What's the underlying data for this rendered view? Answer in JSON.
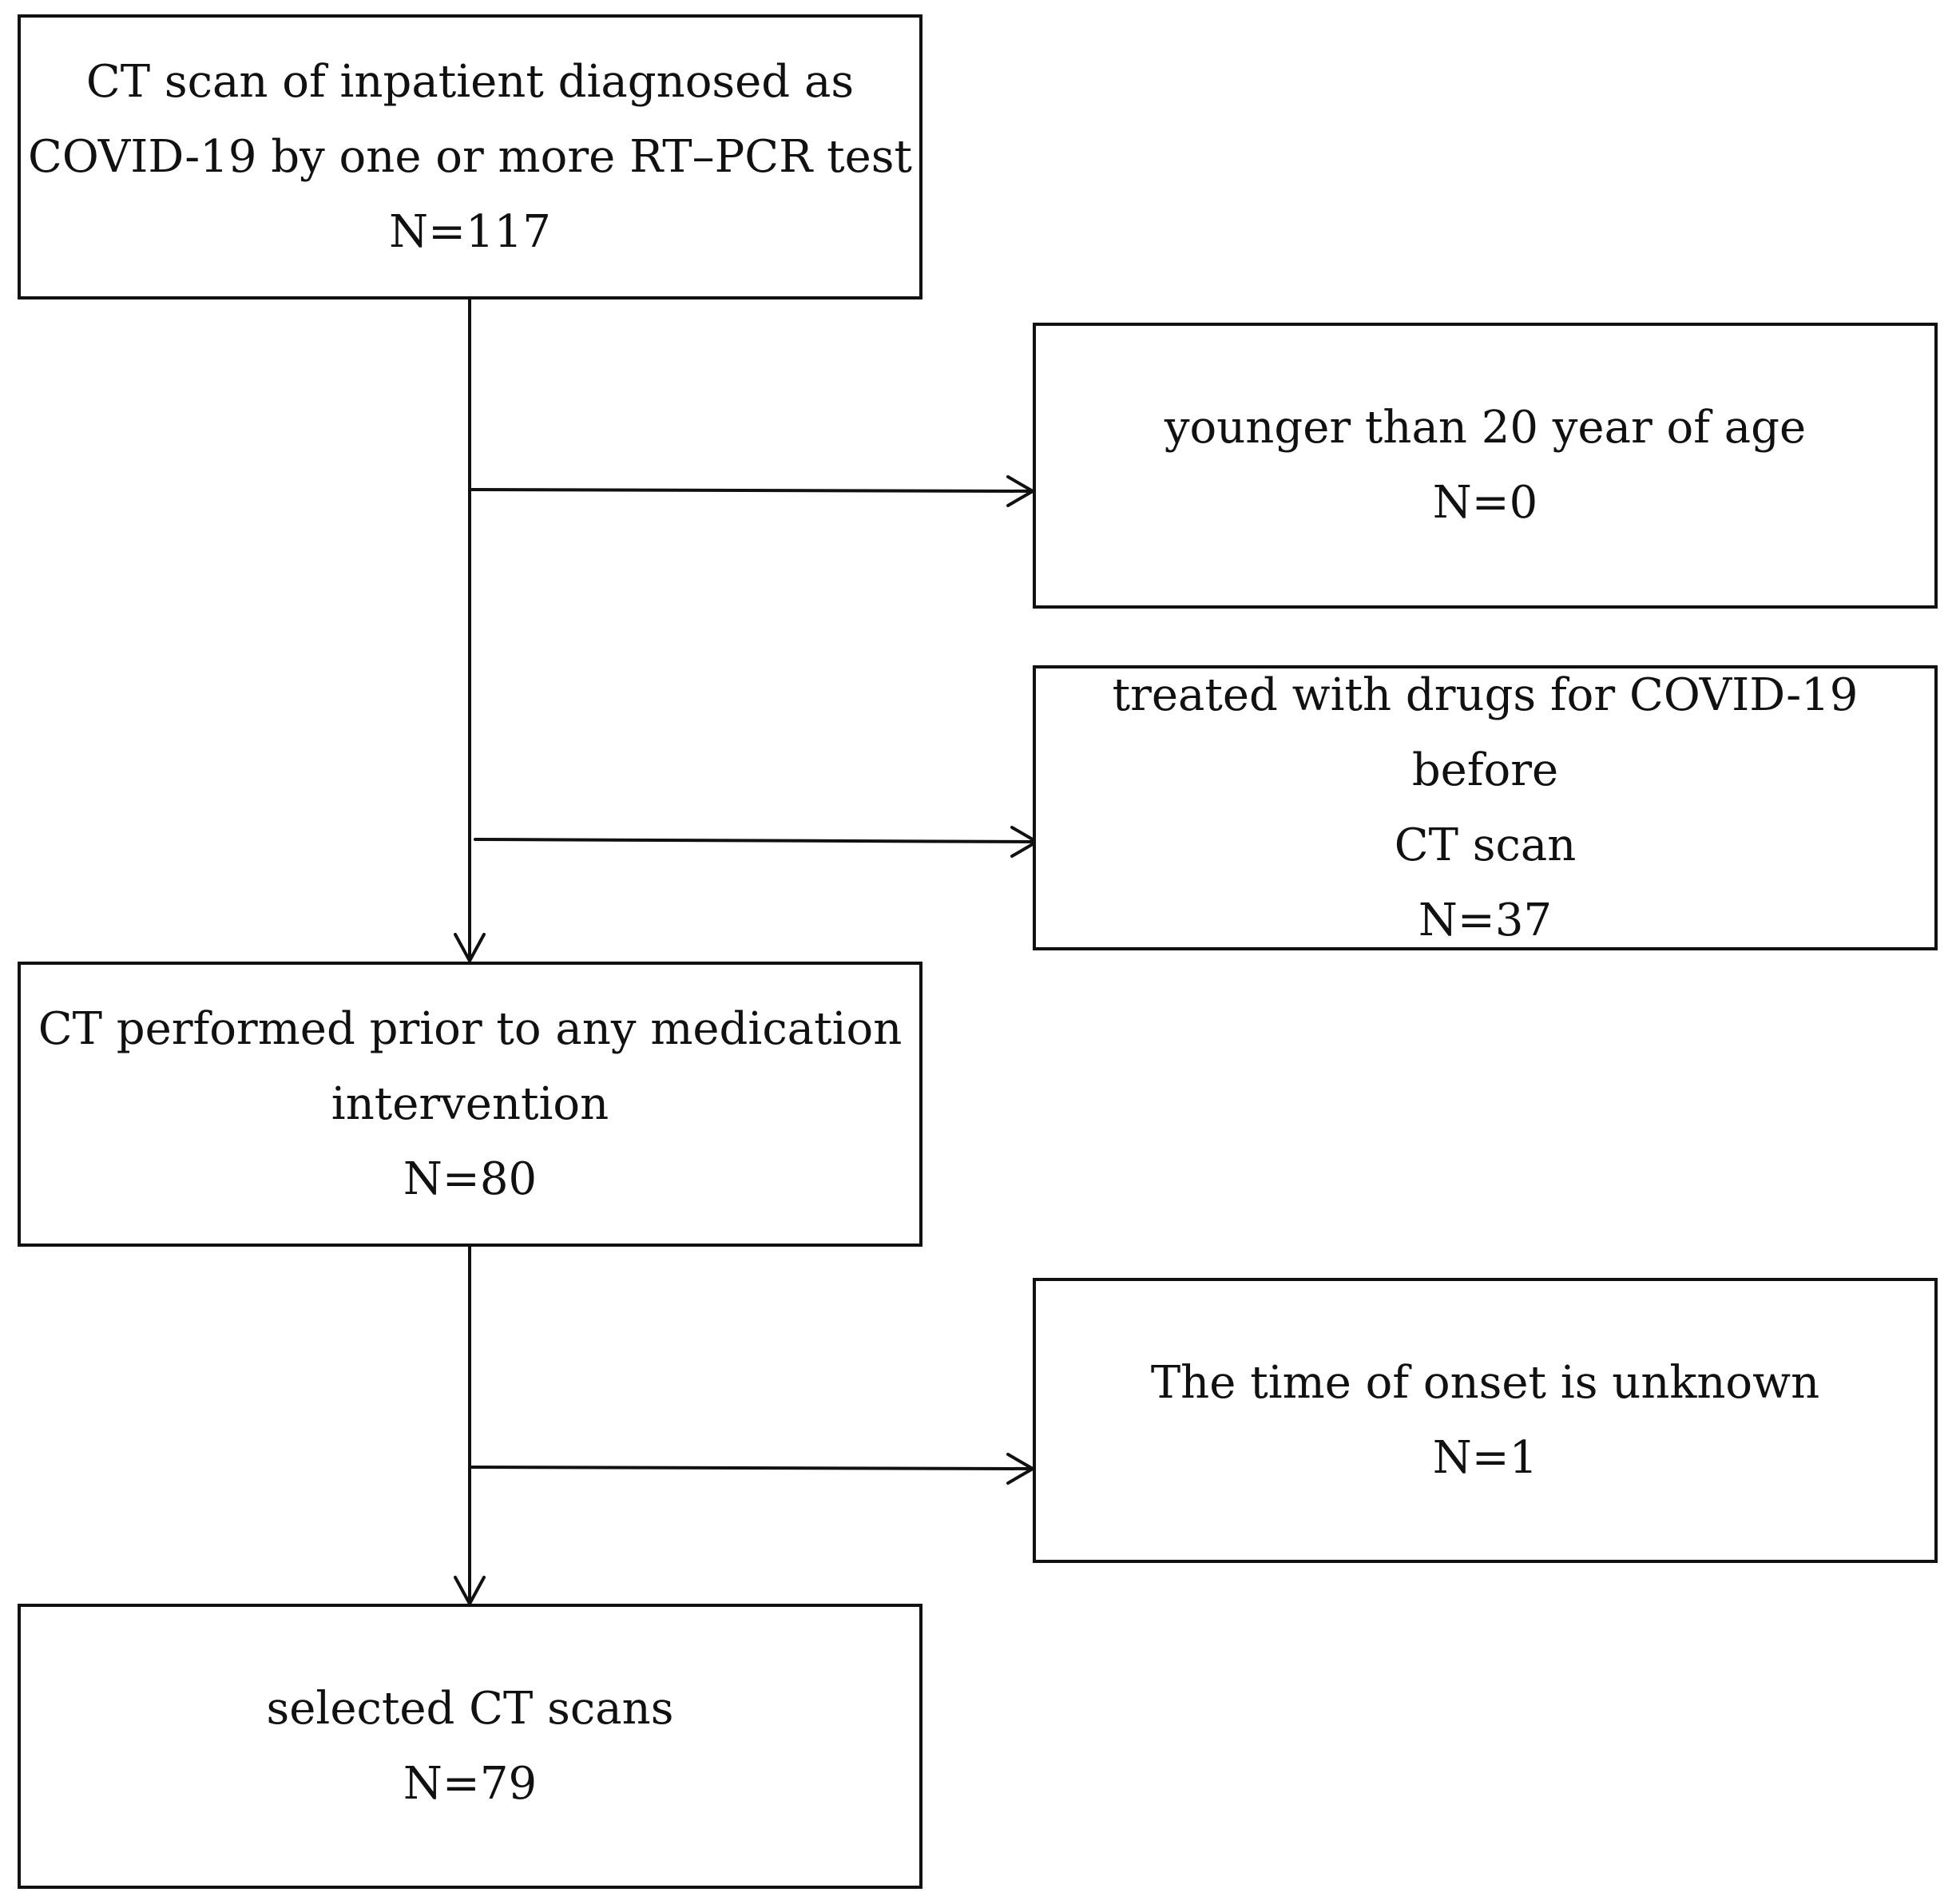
{
  "boxes": {
    "start": {
      "lines": [
        "CT scan of inpatient diagnosed as",
        "COVID-19 by one or more RT–PCR test"
      ],
      "n": "N=117"
    },
    "exclusion_age": {
      "lines": [
        "younger than 20 year of age"
      ],
      "n": "N=0"
    },
    "exclusion_drugs": {
      "lines": [
        "treated with drugs for COVID-19 before",
        "CT scan"
      ],
      "n": "N=37"
    },
    "middle": {
      "lines": [
        "CT performed prior to any medication",
        "intervention"
      ],
      "n": "N=80"
    },
    "exclusion_onset": {
      "lines": [
        "The time of onset is unknown"
      ],
      "n": "N=1"
    },
    "final": {
      "lines": [
        "selected CT scans"
      ],
      "n": "N=79"
    }
  },
  "colors": {
    "stroke": "#111111",
    "background": "#ffffff"
  }
}
